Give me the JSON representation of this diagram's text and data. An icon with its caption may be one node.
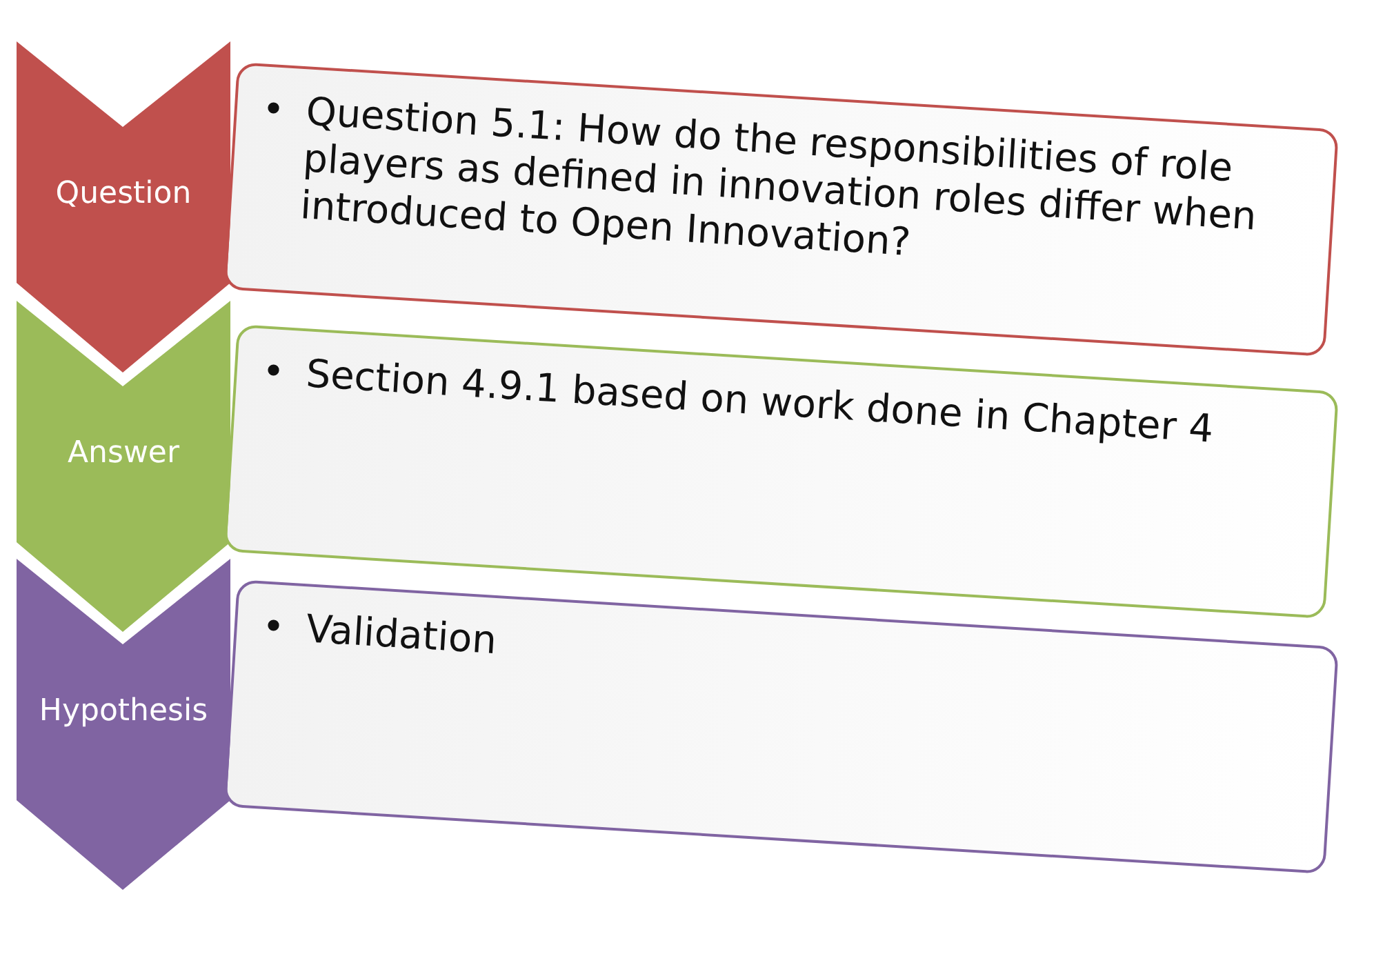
{
  "diagram": {
    "nodes": [
      {
        "text": [
          "Question"
        ]
      },
      {
        "text": [
          "•",
          "Question 5.1: How do the responsibilities of role players as defined in innovation roles differ when introduced to Open Innovation?"
        ]
      },
      {
        "text": [
          "Answer"
        ]
      },
      {
        "text": [
          "•",
          "Section 4.9.1 based on work done in Chapter 4"
        ]
      },
      {
        "text": [
          "Hypothesis"
        ]
      },
      {
        "text": [
          "•",
          "Validation"
        ]
      }
    ]
  }
}
